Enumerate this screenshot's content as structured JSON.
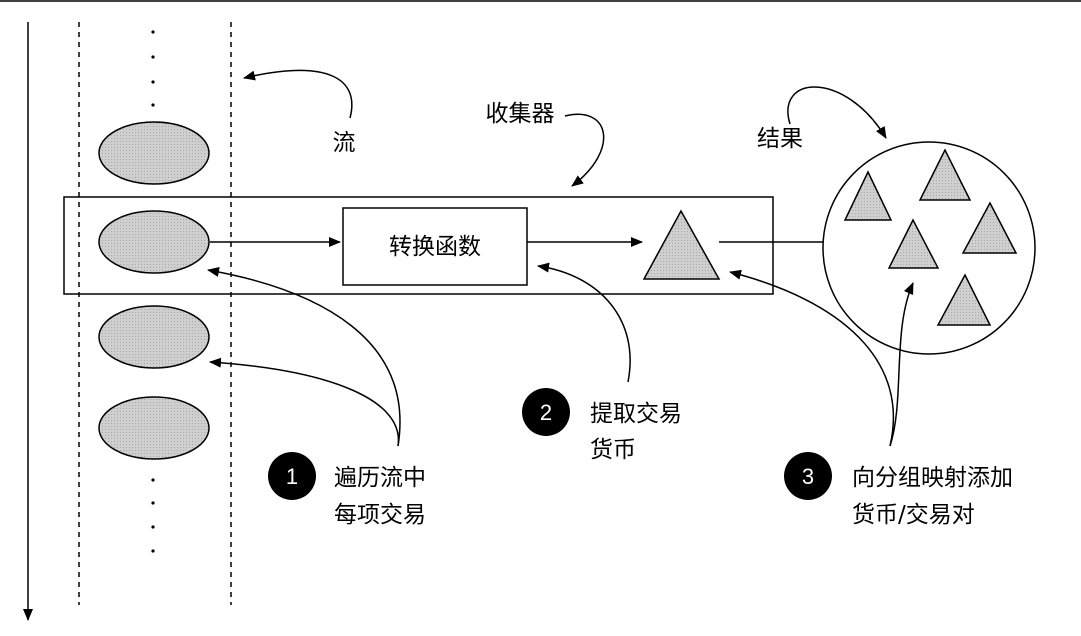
{
  "labels": {
    "stream": "流",
    "collector": "收集器",
    "result": "结果",
    "transform": "转换函数"
  },
  "callouts": [
    {
      "number": "1",
      "lines": [
        "遍历流中",
        "每项交易"
      ]
    },
    {
      "number": "2",
      "lines": [
        "提取交易",
        "货币"
      ]
    },
    {
      "number": "3",
      "lines": [
        "向分组映射添加",
        "货币/交易对"
      ]
    }
  ],
  "colors": {
    "shape_fill": "#c8c8c8",
    "stroke": "#000000",
    "badge": "#000000"
  }
}
